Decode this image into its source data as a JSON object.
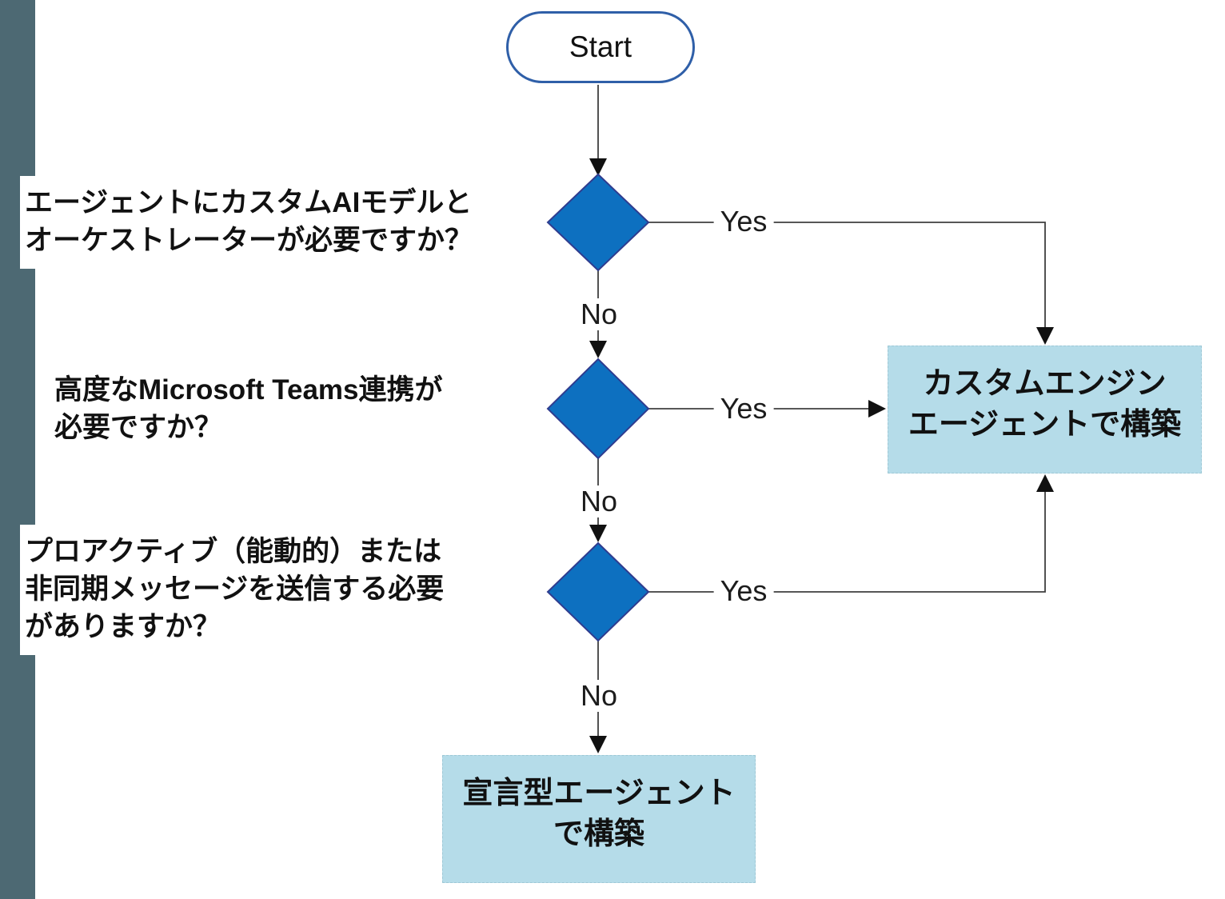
{
  "colors": {
    "sidebar": "#4D6973",
    "diamond_fill": "#0D70C0",
    "diamond_border": "#2F3C8F",
    "start_border": "#2F5FA8",
    "result_box_fill": "#B5DCE9",
    "result_box_border": "#9EC8D6",
    "connector": "#3F3F3F",
    "arrowhead": "#111111",
    "text": "#111111"
  },
  "flow": {
    "start_label": "Start",
    "yes_label": "Yes",
    "no_label": "No",
    "questions": [
      {
        "label": "エージェントにカスタムAIモデルと\nオーケストレーターが必要ですか？"
      },
      {
        "label": "高度なMicrosoft Teams連携が\n必要ですか？"
      },
      {
        "label": "プロアクティブ（能動的）または\n非同期メッセージを送信する必要\nがありますか？"
      }
    ],
    "outcomes": [
      {
        "label": "カスタムエンジン\nエージェントで構築"
      },
      {
        "label": "宣言型エージェント\nで構築"
      }
    ]
  }
}
